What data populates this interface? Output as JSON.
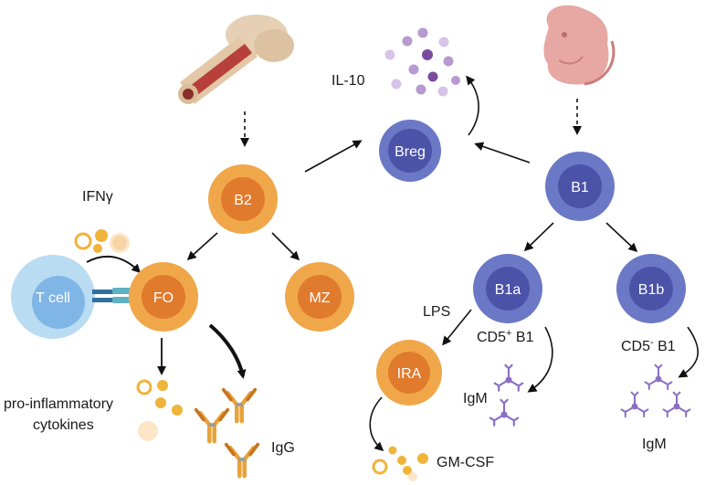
{
  "cells": {
    "b2": "B2",
    "fo": "FO",
    "mz": "MZ",
    "breg": "Breg",
    "b1": "B1",
    "b1a": "B1a",
    "b1b": "B1b",
    "ira": "IRA",
    "tcell": "T cell"
  },
  "labels": {
    "il10": "IL-10",
    "ifng": "IFNγ",
    "lps": "LPS",
    "cd5pos_main": "CD5",
    "cd5pos_sup": "+",
    "cd5pos_tail": " B1",
    "cd5neg_main": "CD5",
    "cd5neg_sup": "-",
    "cd5neg_tail": " B1",
    "proinflam_line1": "pro-inflammatory",
    "proinflam_line2": "cytokines",
    "igg": "IgG",
    "igm_left": "IgM",
    "igm_right": "IgM",
    "gmcsf": "GM-CSF"
  },
  "colors": {
    "orange_outer": "#f0a74a",
    "orange_inner": "#e07a2c",
    "blue_outer": "#6b78c6",
    "blue_inner": "#4b53a8",
    "tcell_outer": "#b9dcf2",
    "tcell_inner": "#7fb6e6",
    "purple_dots": "#b79ad0",
    "purple_dark": "#7a4c9e",
    "antibody": "#8b6fc4"
  },
  "icons": [
    "bone-icon",
    "embryo-icon",
    "antibody-icon",
    "cytokine-dot-icon"
  ]
}
